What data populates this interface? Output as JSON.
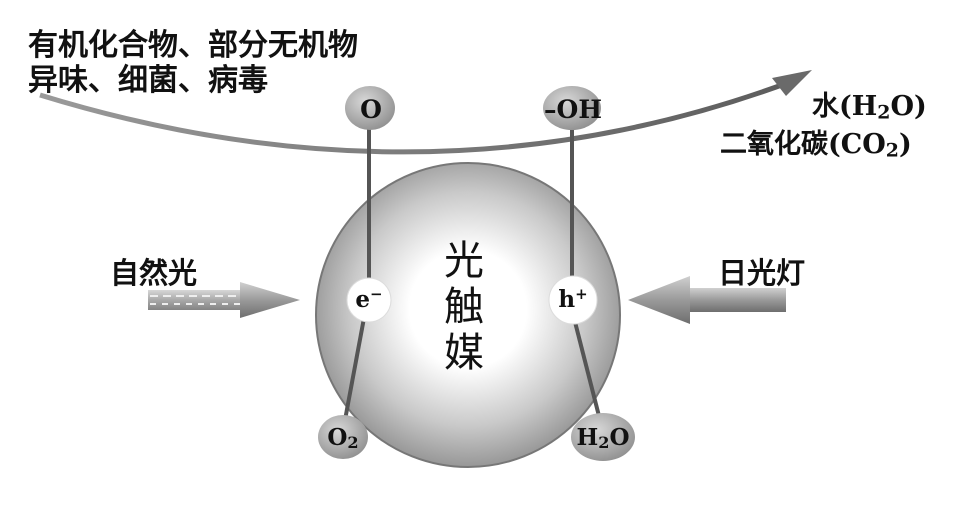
{
  "pollutants": {
    "line1": "有机化合物、部分无机物",
    "line2": "异味、细菌、病毒"
  },
  "products": {
    "water": {
      "text": "水(H",
      "sub": "2",
      "tail": "O)"
    },
    "co2": {
      "text": "二氧化碳(CO",
      "sub": "2",
      "tail": ")"
    }
  },
  "light_sources": {
    "natural": "自然光",
    "lamp": "日光灯"
  },
  "catalyst": {
    "label": "光触媒",
    "electron": {
      "text": "e",
      "sup": "−"
    },
    "hole": {
      "text": "h",
      "sup": "+"
    }
  },
  "species": {
    "oxygen_radical": "O",
    "hydroxyl_radical": "–OH",
    "oxygen_molecule": {
      "text": "O",
      "sub": "2"
    },
    "water_molecule": {
      "text": "H",
      "sub": "2",
      "tail": "O"
    }
  }
}
